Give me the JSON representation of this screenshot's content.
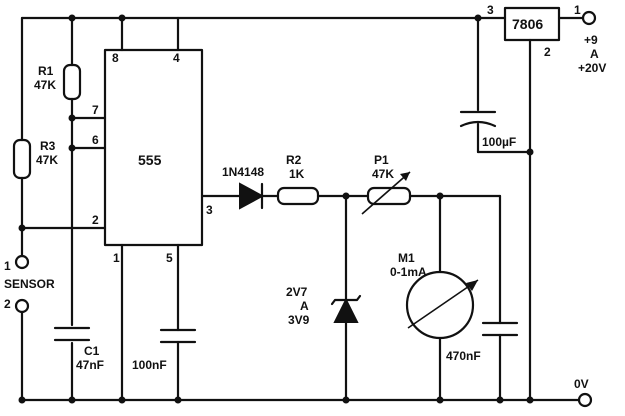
{
  "ic": {
    "name": "555",
    "pin8": "8",
    "pin4": "4",
    "pin7": "7",
    "pin6": "6",
    "pin2": "2",
    "pin3": "3",
    "pin1": "1",
    "pin5": "5"
  },
  "regulator": {
    "name": "7806",
    "pin3": "3",
    "pin1": "1",
    "pin2": "2"
  },
  "r1": {
    "name": "R1",
    "value": "47K"
  },
  "r3": {
    "name": "R3",
    "value": "47K"
  },
  "r2": {
    "name": "R2",
    "value": "1K"
  },
  "p1": {
    "name": "P1",
    "value": "47K"
  },
  "diode": {
    "name": "1N4148"
  },
  "zener": {
    "line1": "2V7",
    "line2": "A",
    "line3": "3V9"
  },
  "meter": {
    "name": "M1",
    "range": "0-1mA"
  },
  "c1": {
    "name": "C1",
    "value": "47nF"
  },
  "c_100nf": {
    "value": "100nF"
  },
  "c_100uf": {
    "value": "100µF"
  },
  "c_470nf": {
    "value": "470nF"
  },
  "sensor": {
    "label": "SENSOR",
    "pin1": "1",
    "pin2": "2"
  },
  "supply": {
    "line1": "+9",
    "line2": "A",
    "line3": "+20V"
  },
  "ground": {
    "label": "0V"
  }
}
